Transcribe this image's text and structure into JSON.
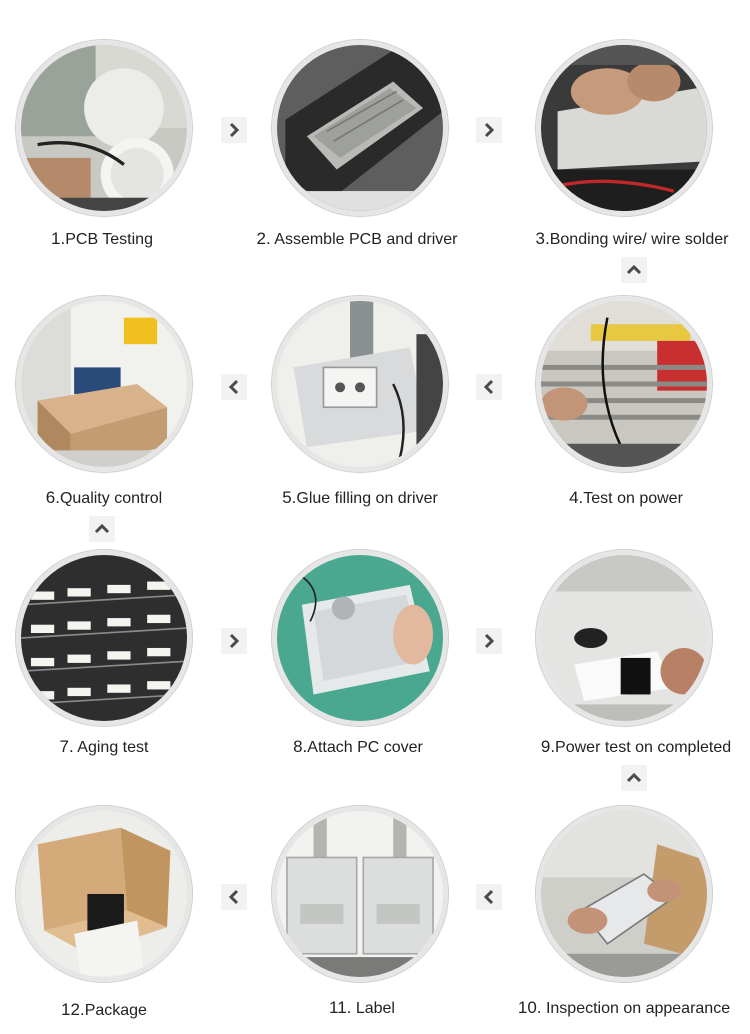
{
  "steps": [
    {
      "num": "1.",
      "label": "PCB Testing"
    },
    {
      "num": "2.",
      "label": " Assemble PCB and driver"
    },
    {
      "num": "3.",
      "label": "Bonding wire/ wire solder"
    },
    {
      "num": "4.",
      "label": "Test on power"
    },
    {
      "num": "5.",
      "label": "Glue filling on driver"
    },
    {
      "num": "6.",
      "label": "Quality control"
    },
    {
      "num": "7.",
      "label": " Aging test"
    },
    {
      "num": "8.",
      "label": "Attach PC cover"
    },
    {
      "num": "9.",
      "label": "Power test on completed"
    },
    {
      "num": "10.",
      "label": " Inspection on appearance"
    },
    {
      "num": "11.",
      "label": " Label"
    },
    {
      "num": "12.",
      "label": "Package"
    }
  ],
  "arrows": [
    {
      "dir": "right",
      "icon": "chevron-right-icon"
    },
    {
      "dir": "right",
      "icon": "chevron-right-icon"
    },
    {
      "dir": "up",
      "icon": "chevron-up-icon"
    },
    {
      "dir": "left",
      "icon": "chevron-left-icon"
    },
    {
      "dir": "left",
      "icon": "chevron-left-icon"
    },
    {
      "dir": "up",
      "icon": "chevron-up-icon"
    },
    {
      "dir": "right",
      "icon": "chevron-right-icon"
    },
    {
      "dir": "right",
      "icon": "chevron-right-icon"
    },
    {
      "dir": "up",
      "icon": "chevron-up-icon"
    },
    {
      "dir": "left",
      "icon": "chevron-left-icon"
    },
    {
      "dir": "left",
      "icon": "chevron-left-icon"
    }
  ],
  "colors": {
    "arrow_bg": "#f2f2f2",
    "arrow_fg": "#4a4a4a",
    "ring": "#e6e6e6"
  }
}
